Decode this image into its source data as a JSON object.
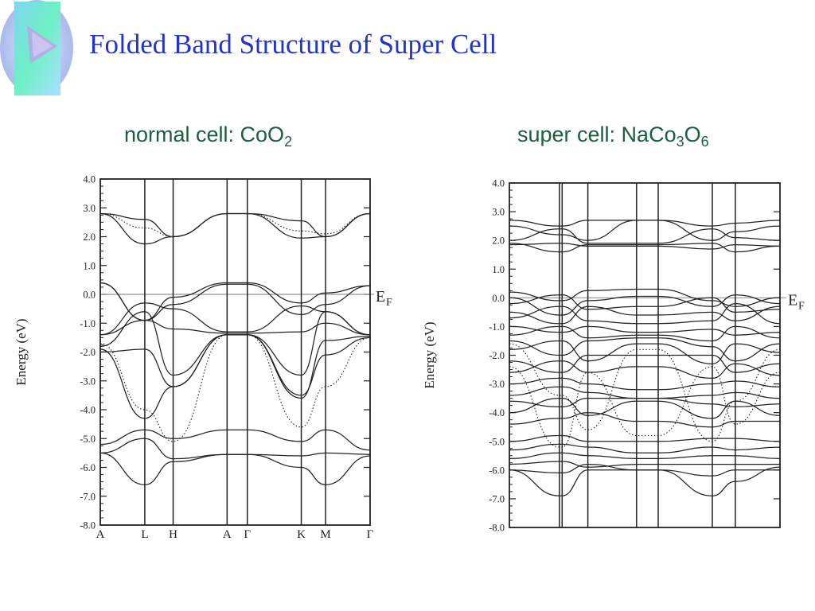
{
  "slide": {
    "title": "Folded Band Structure of Super Cell",
    "heading_left": {
      "text": "normal cell: CoO",
      "sub": "2"
    },
    "heading_right": {
      "text": "super cell: NaCo",
      "sub1": "3",
      "mid": "O",
      "sub2": "6"
    }
  },
  "colors": {
    "title": "#2233cc",
    "heading": "#1a5f3a",
    "line": "#222222"
  },
  "icons": {
    "logo": "play-triangle-logo-icon"
  },
  "chart_data": [
    {
      "type": "line",
      "title": "",
      "ylabel": "Energy (eV)",
      "xlabel": "",
      "ylim": [
        -8,
        4
      ],
      "yticks": [
        4,
        3,
        2,
        1,
        0,
        -1,
        -2,
        -3,
        -4,
        -5,
        -6,
        -7,
        -8
      ],
      "ytick_labels": [
        "4.0",
        "3.0",
        "2.0",
        "1.0",
        "0.0",
        "-1.0",
        "-2.0",
        "-3.0",
        "-4.0",
        "-5.0",
        "-6.0",
        "-7.0",
        "-8.0"
      ],
      "k_points": [
        "A",
        "L",
        "H",
        "A",
        "Γ",
        "K",
        "M",
        "Γ"
      ],
      "k_positions": [
        0,
        0.165,
        0.27,
        0.47,
        0.545,
        0.745,
        0.835,
        1.0
      ],
      "fermi_label": "E",
      "fermi_label_sub": "F",
      "fermi_level": 0,
      "series": [
        {
          "values": [
            2.8,
            2.6,
            2.0,
            2.8,
            2.8,
            1.95,
            2.0,
            2.8
          ]
        },
        {
          "values": [
            2.8,
            1.75,
            2.0,
            2.8,
            2.8,
            2.55,
            2.0,
            2.8
          ]
        },
        {
          "values": [
            0.4,
            -0.9,
            -0.1,
            0.4,
            0.4,
            -0.3,
            0.05,
            0.3
          ]
        },
        {
          "values": [
            0.4,
            -0.9,
            -0.35,
            0.35,
            0.35,
            -0.7,
            -0.35,
            0.3
          ]
        },
        {
          "values": [
            -1.4,
            -0.3,
            -0.5,
            -1.3,
            -1.3,
            -0.4,
            -0.6,
            -1.4
          ]
        },
        {
          "values": [
            -1.4,
            -0.9,
            -1.2,
            -1.35,
            -1.35,
            -1.3,
            -1.0,
            -1.4
          ]
        },
        {
          "values": [
            -1.8,
            -0.6,
            -2.8,
            -1.4,
            -1.4,
            -2.8,
            -0.6,
            -1.4
          ]
        },
        {
          "values": [
            -2.0,
            -1.9,
            -3.2,
            -1.4,
            -1.4,
            -3.6,
            -1.6,
            -1.45
          ]
        },
        {
          "values": [
            -1.9,
            -4.3,
            -3.2,
            -1.4,
            -1.4,
            -3.5,
            -2.1,
            -1.5
          ]
        },
        {
          "values": [
            -5.2,
            -4.7,
            -5.0,
            -4.7,
            -4.7,
            -5.1,
            -4.7,
            -5.4
          ]
        },
        {
          "values": [
            -5.5,
            -5.0,
            -5.7,
            -5.55,
            -5.55,
            -5.6,
            -5.5,
            -5.55
          ]
        },
        {
          "values": [
            -5.5,
            -6.6,
            -5.8,
            -5.55,
            -5.55,
            -6.0,
            -6.6,
            -5.6
          ]
        },
        {
          "values": [
            2.8,
            2.3,
            2.0,
            2.8,
            2.8,
            2.2,
            2.1,
            2.8
          ],
          "style": "dotted"
        },
        {
          "values": [
            -1.7,
            -4.0,
            -5.1,
            -1.4,
            -1.4,
            -4.6,
            -3.2,
            -1.5
          ],
          "style": "dotted"
        }
      ]
    },
    {
      "type": "line",
      "title": "",
      "ylabel": "Energy (eV)",
      "xlabel": "",
      "ylim": [
        -8,
        4
      ],
      "yticks": [
        4,
        3,
        2,
        1,
        0,
        -1,
        -2,
        -3,
        -4,
        -5,
        -6,
        -7,
        -8
      ],
      "ytick_labels": [
        "4.0",
        "3.0",
        "2.0",
        "1.0",
        "0.0",
        "-1.0",
        "-2.0",
        "-3.0",
        "-4.0",
        "-5.0",
        "-6.0",
        "-7.0",
        "-8.0"
      ],
      "k_points": [],
      "k_positions": [
        0,
        0.185,
        0.195,
        0.29,
        0.47,
        0.55,
        0.75,
        0.835,
        1.0
      ],
      "fermi_label": "E",
      "fermi_label_sub": "F",
      "fermi_level": 0,
      "series": [
        {
          "values": [
            2.7,
            2.5,
            2.5,
            2.7,
            2.7,
            2.7,
            2.5,
            2.6,
            2.7
          ]
        },
        {
          "values": [
            2.5,
            2.2,
            2.2,
            2.0,
            2.7,
            2.7,
            2.0,
            2.3,
            2.5
          ]
        },
        {
          "values": [
            2.0,
            2.4,
            2.4,
            1.9,
            1.9,
            1.9,
            2.4,
            2.1,
            2.0
          ]
        },
        {
          "values": [
            1.9,
            1.6,
            1.6,
            1.85,
            1.85,
            1.85,
            1.9,
            1.6,
            1.8
          ]
        },
        {
          "values": [
            1.85,
            1.9,
            1.9,
            1.8,
            1.8,
            1.8,
            1.7,
            1.85,
            1.8
          ]
        },
        {
          "values": [
            0.2,
            -0.1,
            -0.1,
            0.25,
            0.3,
            0.3,
            -0.1,
            -0.3,
            0.0
          ]
        },
        {
          "values": [
            0.0,
            -0.6,
            -0.6,
            -0.1,
            0.05,
            0.05,
            -0.3,
            0.1,
            -0.2
          ]
        },
        {
          "values": [
            -0.2,
            0.1,
            0.1,
            -0.4,
            -0.3,
            -0.3,
            0.0,
            -0.5,
            -0.4
          ]
        },
        {
          "values": [
            -0.5,
            -0.9,
            -0.9,
            -0.3,
            -0.6,
            -0.6,
            -0.5,
            -0.8,
            -0.3
          ]
        },
        {
          "values": [
            -0.7,
            -0.3,
            -0.3,
            -0.8,
            -0.9,
            -0.9,
            -0.8,
            -0.2,
            -0.9
          ]
        },
        {
          "values": [
            -1.0,
            -1.2,
            -1.2,
            -1.0,
            -1.2,
            -1.2,
            -1.1,
            -1.3,
            -1.2
          ]
        },
        {
          "values": [
            -1.3,
            -1.0,
            -1.0,
            -1.4,
            -1.3,
            -1.3,
            -1.5,
            -1.0,
            -1.4
          ]
        },
        {
          "values": [
            -1.5,
            -2.0,
            -2.0,
            -1.5,
            -1.4,
            -1.4,
            -1.7,
            -2.2,
            -1.6
          ]
        },
        {
          "values": [
            -1.8,
            -1.5,
            -1.5,
            -2.2,
            -1.6,
            -1.6,
            -2.3,
            -1.6,
            -1.9
          ]
        },
        {
          "values": [
            -2.2,
            -2.6,
            -2.6,
            -2.0,
            -2.0,
            -2.0,
            -2.0,
            -2.6,
            -2.3
          ]
        },
        {
          "values": [
            -2.6,
            -2.2,
            -2.2,
            -2.6,
            -2.4,
            -2.4,
            -2.8,
            -2.3,
            -2.7
          ]
        },
        {
          "values": [
            -3.0,
            -2.8,
            -2.8,
            -3.0,
            -3.2,
            -3.2,
            -3.0,
            -2.9,
            -3.1
          ]
        },
        {
          "values": [
            -3.4,
            -3.1,
            -3.1,
            -3.3,
            -3.5,
            -3.5,
            -3.4,
            -3.3,
            -3.5
          ]
        },
        {
          "values": [
            -3.6,
            -3.8,
            -3.8,
            -3.5,
            -3.5,
            -3.5,
            -3.7,
            -3.8,
            -3.7
          ]
        },
        {
          "values": [
            -4.0,
            -3.5,
            -3.5,
            -4.1,
            -3.6,
            -3.6,
            -4.2,
            -3.6,
            -4.1
          ]
        },
        {
          "values": [
            -4.4,
            -4.2,
            -4.2,
            -4.0,
            -4.3,
            -4.3,
            -4.5,
            -4.3,
            -4.3
          ]
        },
        {
          "values": [
            -5.0,
            -4.8,
            -4.8,
            -5.0,
            -5.0,
            -5.0,
            -4.9,
            -4.9,
            -5.0
          ]
        },
        {
          "values": [
            -5.3,
            -5.1,
            -5.1,
            -5.2,
            -5.4,
            -5.4,
            -5.2,
            -5.3,
            -5.2
          ]
        },
        {
          "values": [
            -5.6,
            -5.4,
            -5.4,
            -5.5,
            -5.6,
            -5.6,
            -5.5,
            -5.5,
            -5.6
          ]
        },
        {
          "values": [
            -5.8,
            -5.7,
            -5.7,
            -5.9,
            -5.8,
            -5.8,
            -5.8,
            -5.8,
            -5.8
          ]
        },
        {
          "values": [
            -6.0,
            -6.1,
            -6.1,
            -5.8,
            -6.0,
            -6.0,
            -6.2,
            -6.0,
            -6.0
          ]
        },
        {
          "values": [
            -6.0,
            -6.9,
            -6.9,
            -6.0,
            -6.0,
            -6.0,
            -6.9,
            -6.4,
            -5.9
          ]
        },
        {
          "values": [
            -1.6,
            -3.4,
            -3.4,
            -4.6,
            -1.8,
            -1.8,
            -5.0,
            -3.6,
            -1.8
          ],
          "style": "dotted"
        },
        {
          "values": [
            -2.4,
            -5.2,
            -5.2,
            -2.6,
            -4.8,
            -4.8,
            -2.4,
            -4.4,
            -2.6
          ],
          "style": "dotted"
        }
      ]
    }
  ]
}
